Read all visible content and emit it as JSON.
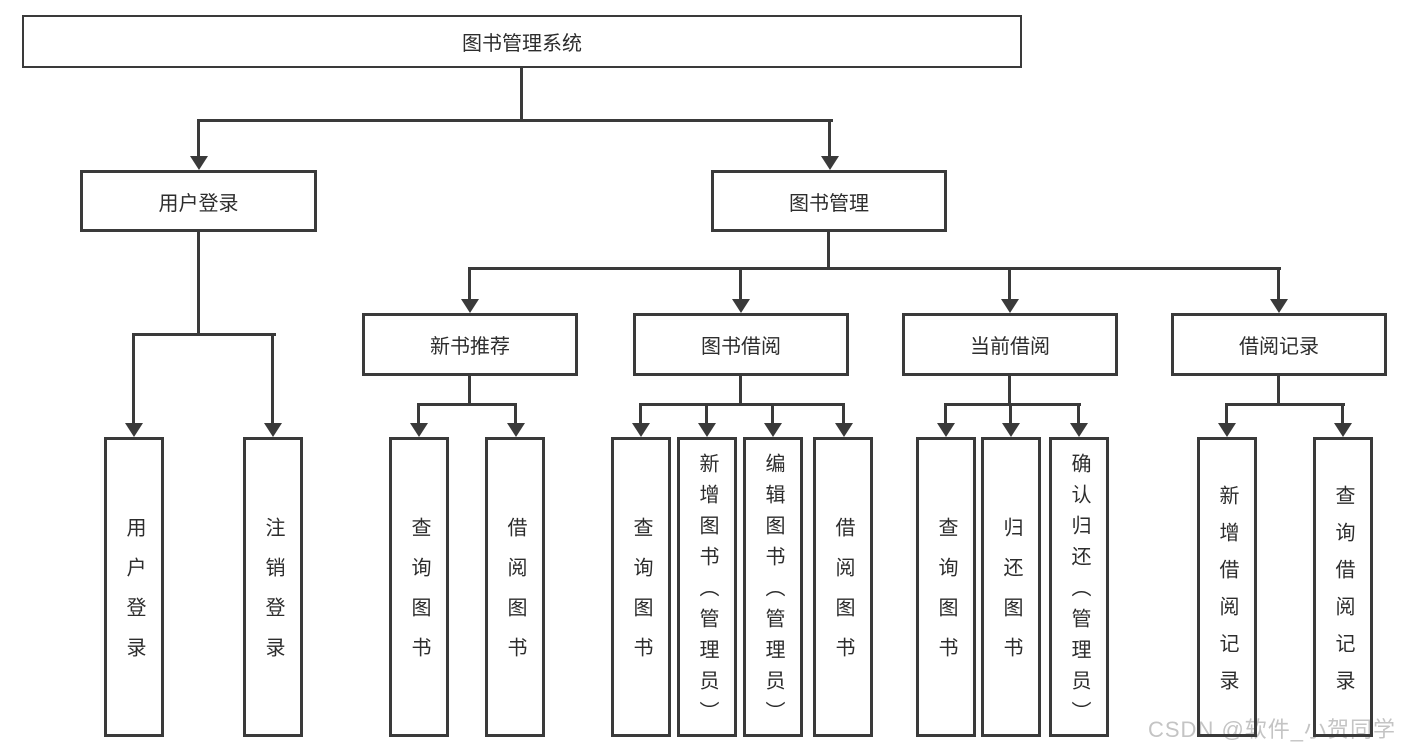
{
  "diagram": {
    "title": "图书管理系统",
    "type": "hierarchy-tree",
    "root": {
      "label": "图书管理系统"
    },
    "level2": [
      {
        "label": "用户登录"
      },
      {
        "label": "图书管理"
      }
    ],
    "level3": [
      {
        "label": "新书推荐"
      },
      {
        "label": "图书借阅"
      },
      {
        "label": "当前借阅"
      },
      {
        "label": "借阅记录"
      }
    ],
    "leaves": {
      "user_login": [
        {
          "label": "用户登录"
        },
        {
          "label": "注销登录"
        }
      ],
      "new_book": [
        {
          "label": "查询图书"
        },
        {
          "label": "借阅图书"
        }
      ],
      "book_borrow": [
        {
          "label": "查询图书"
        },
        {
          "label": "新增图书（管理员）"
        },
        {
          "label": "编辑图书（管理员）"
        },
        {
          "label": "借阅图书"
        }
      ],
      "current_borrow": [
        {
          "label": "查询图书"
        },
        {
          "label": "归还图书"
        },
        {
          "label": "确认归还（管理员）"
        }
      ],
      "borrow_record": [
        {
          "label": "新增借阅记录"
        },
        {
          "label": "查询借阅记录"
        }
      ]
    }
  },
  "watermark": {
    "text": "CSDN @软件_小贺同学"
  },
  "colors": {
    "line": "#3a3a3a",
    "text": "#2d2d2d",
    "watermark": "#c4c4c4",
    "background": "#ffffff"
  }
}
